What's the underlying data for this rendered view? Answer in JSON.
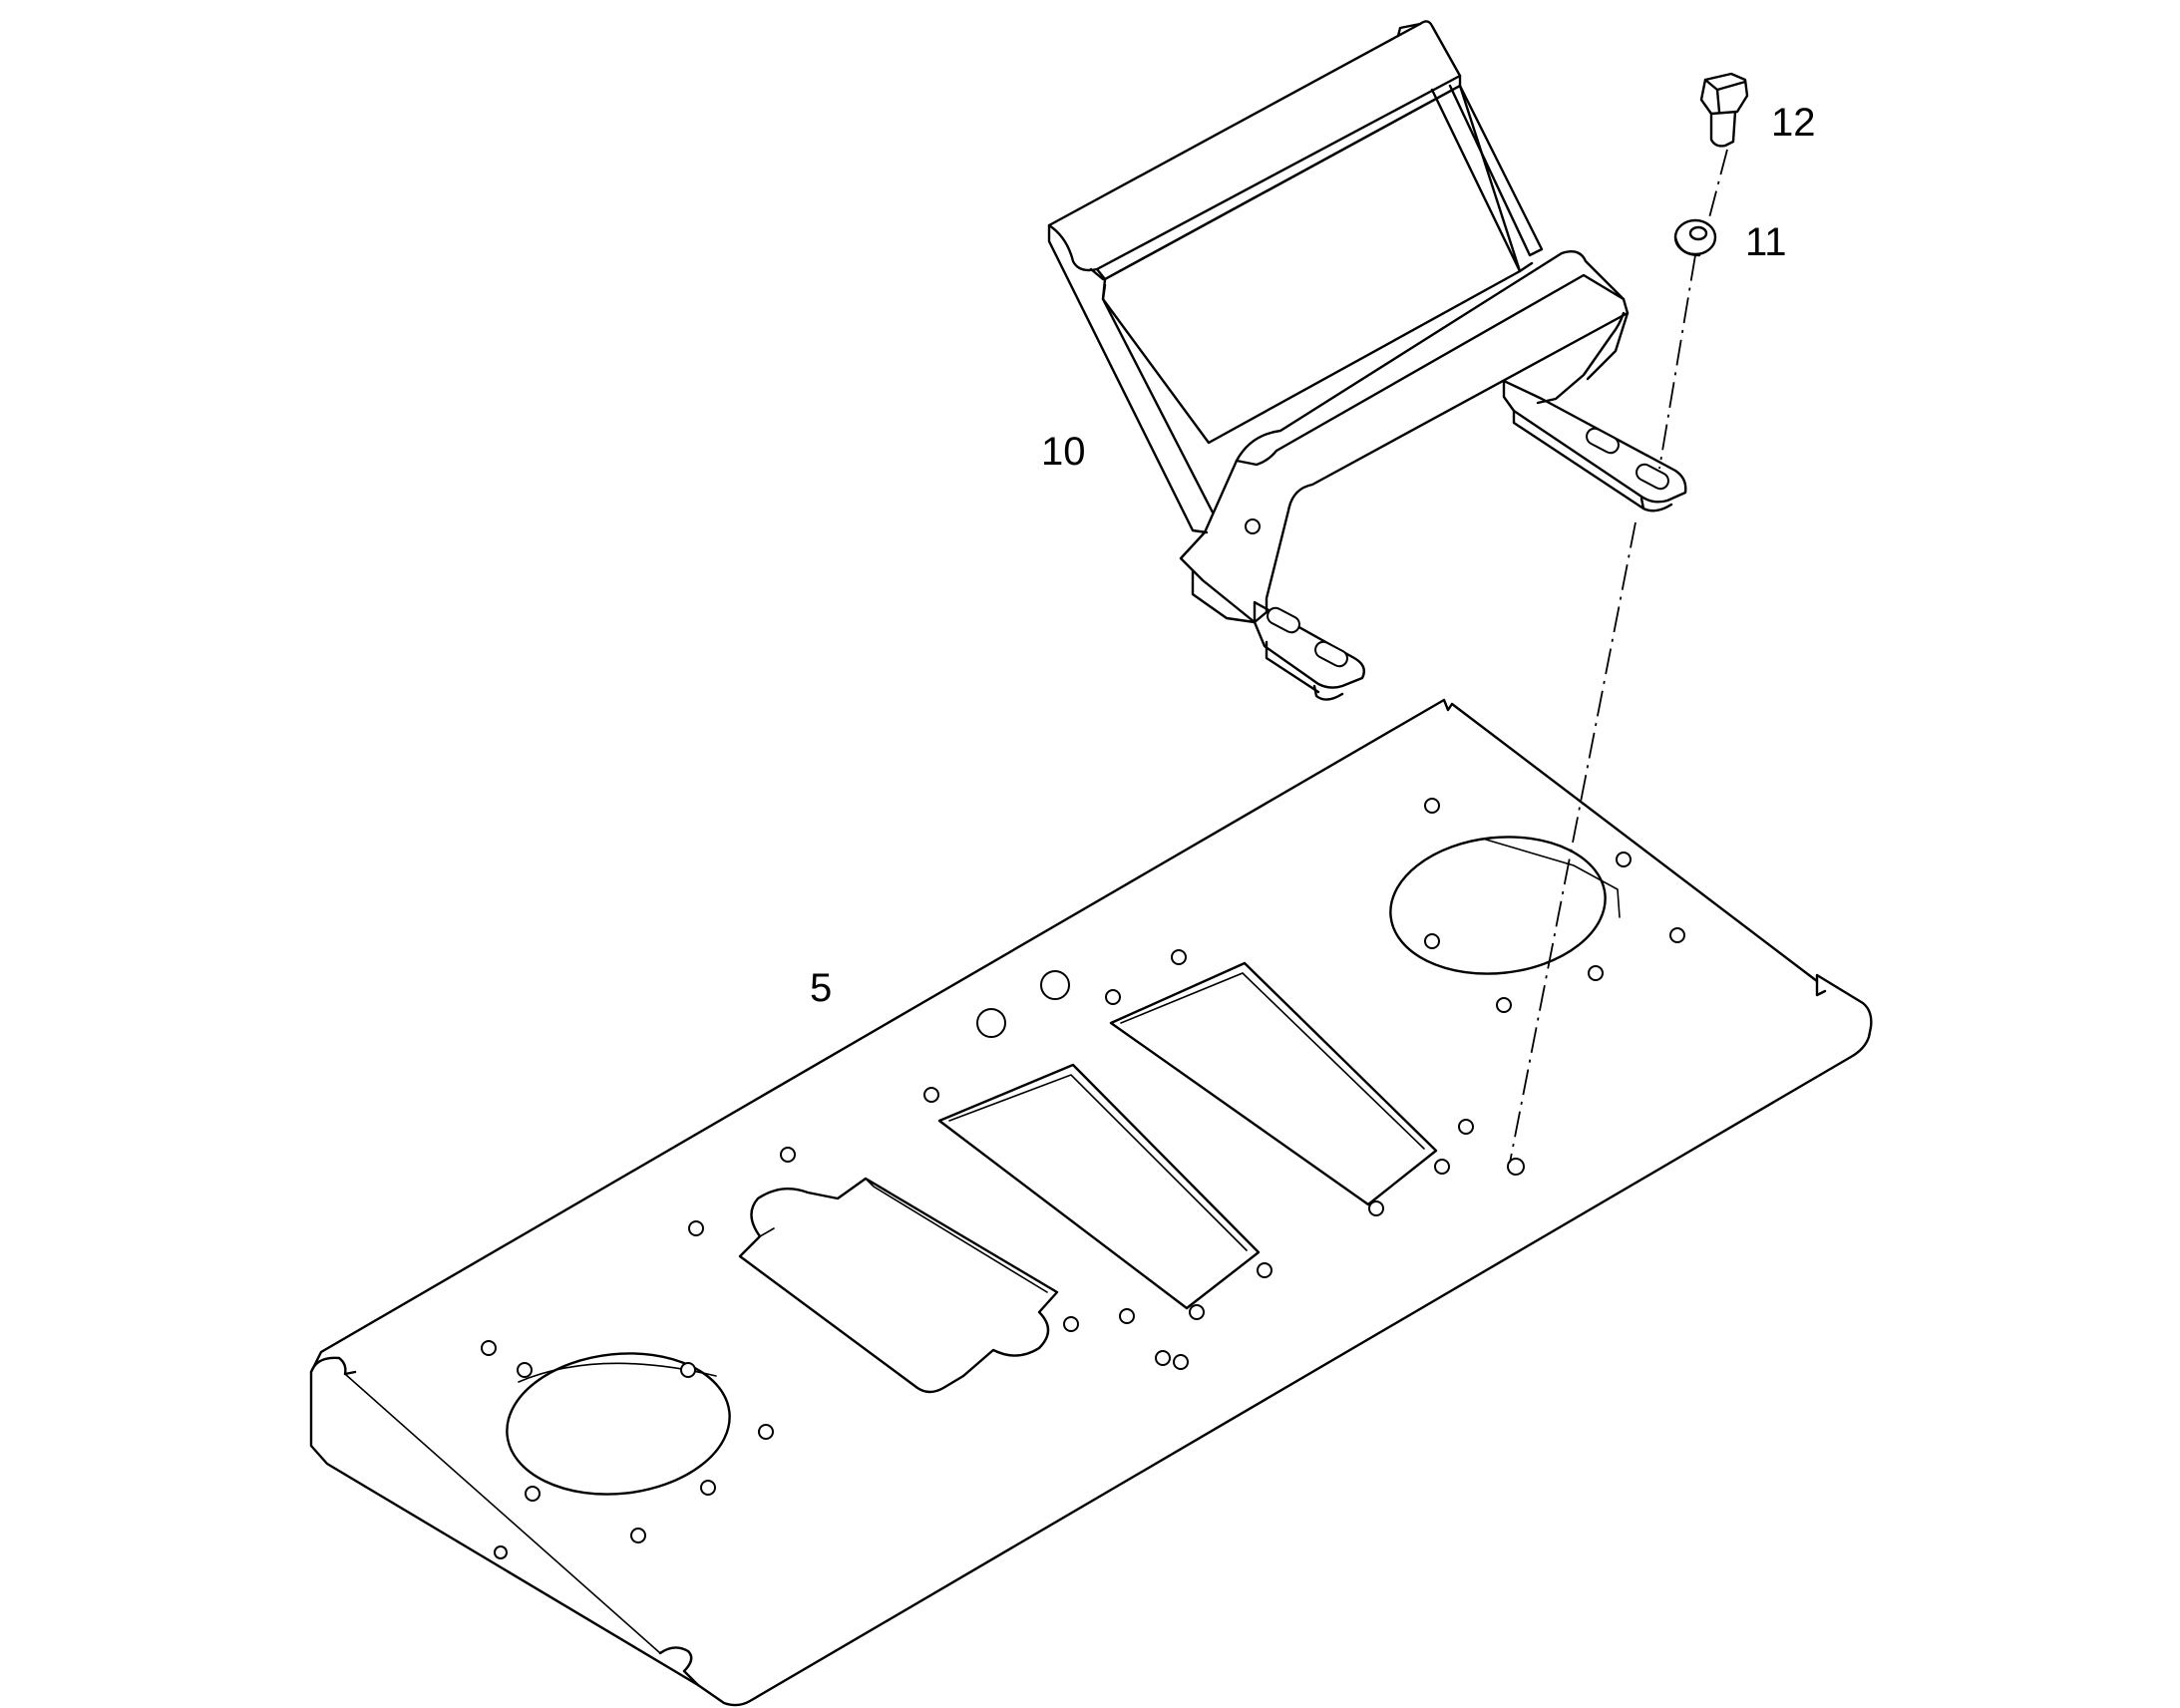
{
  "diagram": {
    "callouts": [
      {
        "id": "5",
        "label": "5",
        "part": "base-plate"
      },
      {
        "id": "10",
        "label": "10",
        "part": "mounting-bracket"
      },
      {
        "id": "11",
        "label": "11",
        "part": "washer"
      },
      {
        "id": "12",
        "label": "12",
        "part": "bolt"
      }
    ]
  }
}
